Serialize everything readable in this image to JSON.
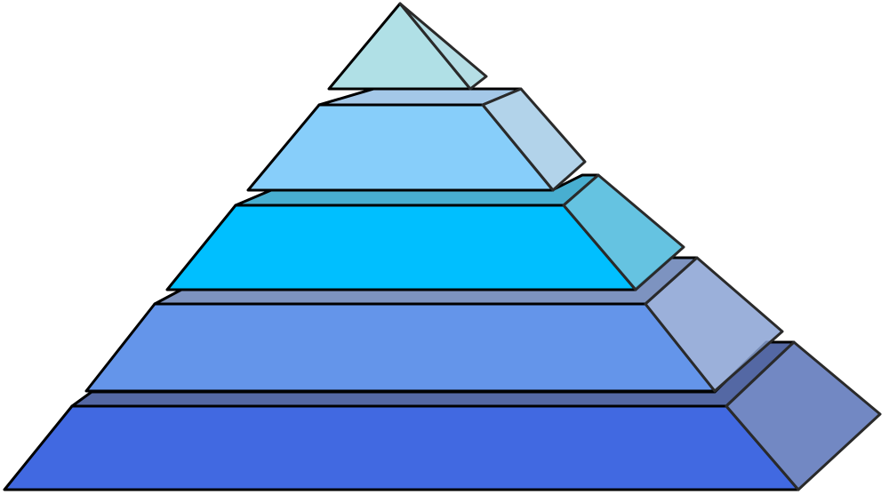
{
  "diagram": {
    "type": "pyramid",
    "layer_count": 5,
    "layers": [
      {
        "level": 1,
        "front_color": "#b0e0e6",
        "top_color": "#9fcfd6",
        "side_color": "#a8d8e0"
      },
      {
        "level": 2,
        "front_color": "#87cefa",
        "top_color": "#a4c8e8",
        "side_color": "#a4cbe6"
      },
      {
        "level": 3,
        "front_color": "#00bfff",
        "top_color": "#48aed0",
        "side_color": "#4ab8dc"
      },
      {
        "level": 4,
        "front_color": "#6495ea",
        "top_color": "#7d93c0",
        "side_color": "#8aa2d4"
      },
      {
        "level": 5,
        "front_color": "#4169e1",
        "top_color": "#5468a4",
        "side_color": "#6a82c0"
      }
    ]
  }
}
